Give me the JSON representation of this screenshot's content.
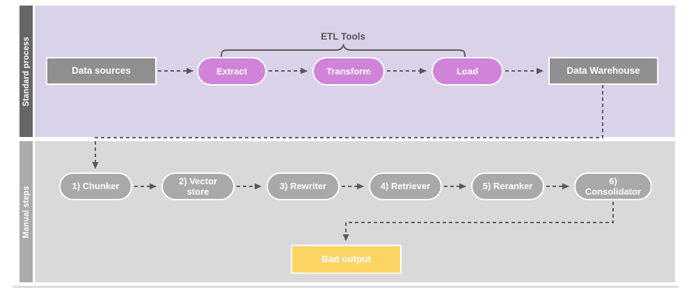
{
  "lanes": {
    "standard": {
      "label": "Standard process"
    },
    "manual": {
      "label": "Manual steps"
    }
  },
  "annotations": {
    "etl_tools": "ETL Tools"
  },
  "nodes": {
    "data_sources": {
      "label": "Data sources"
    },
    "extract": {
      "label": "Extract"
    },
    "transform": {
      "label": "Transform"
    },
    "load": {
      "label": "Load"
    },
    "data_warehouse": {
      "label": "Data Warehouse"
    },
    "chunker": {
      "label": "1) Chunker"
    },
    "vector_store": {
      "label": "2) Vector store"
    },
    "rewriter": {
      "label": "3) Rewriter"
    },
    "retriever": {
      "label": "4) Retriever"
    },
    "reranker": {
      "label": "5) Reranker"
    },
    "consolidator": {
      "label": "6) Consolidator"
    },
    "bad_output": {
      "label": "Bad output"
    }
  },
  "colors": {
    "standard_lane_bg": "#d9d2e9",
    "standard_lane_bar": "#666666",
    "manual_lane_bg": "#d9d9d9",
    "manual_lane_bar": "#ababab",
    "etl_step_fill": "#d083d9",
    "gray_box_fill": "#8f8f8f",
    "gray_pill_fill": "#a9a9a9",
    "bad_output_fill": "#fcd463",
    "connector": "#595959",
    "node_border": "#ffffff"
  }
}
